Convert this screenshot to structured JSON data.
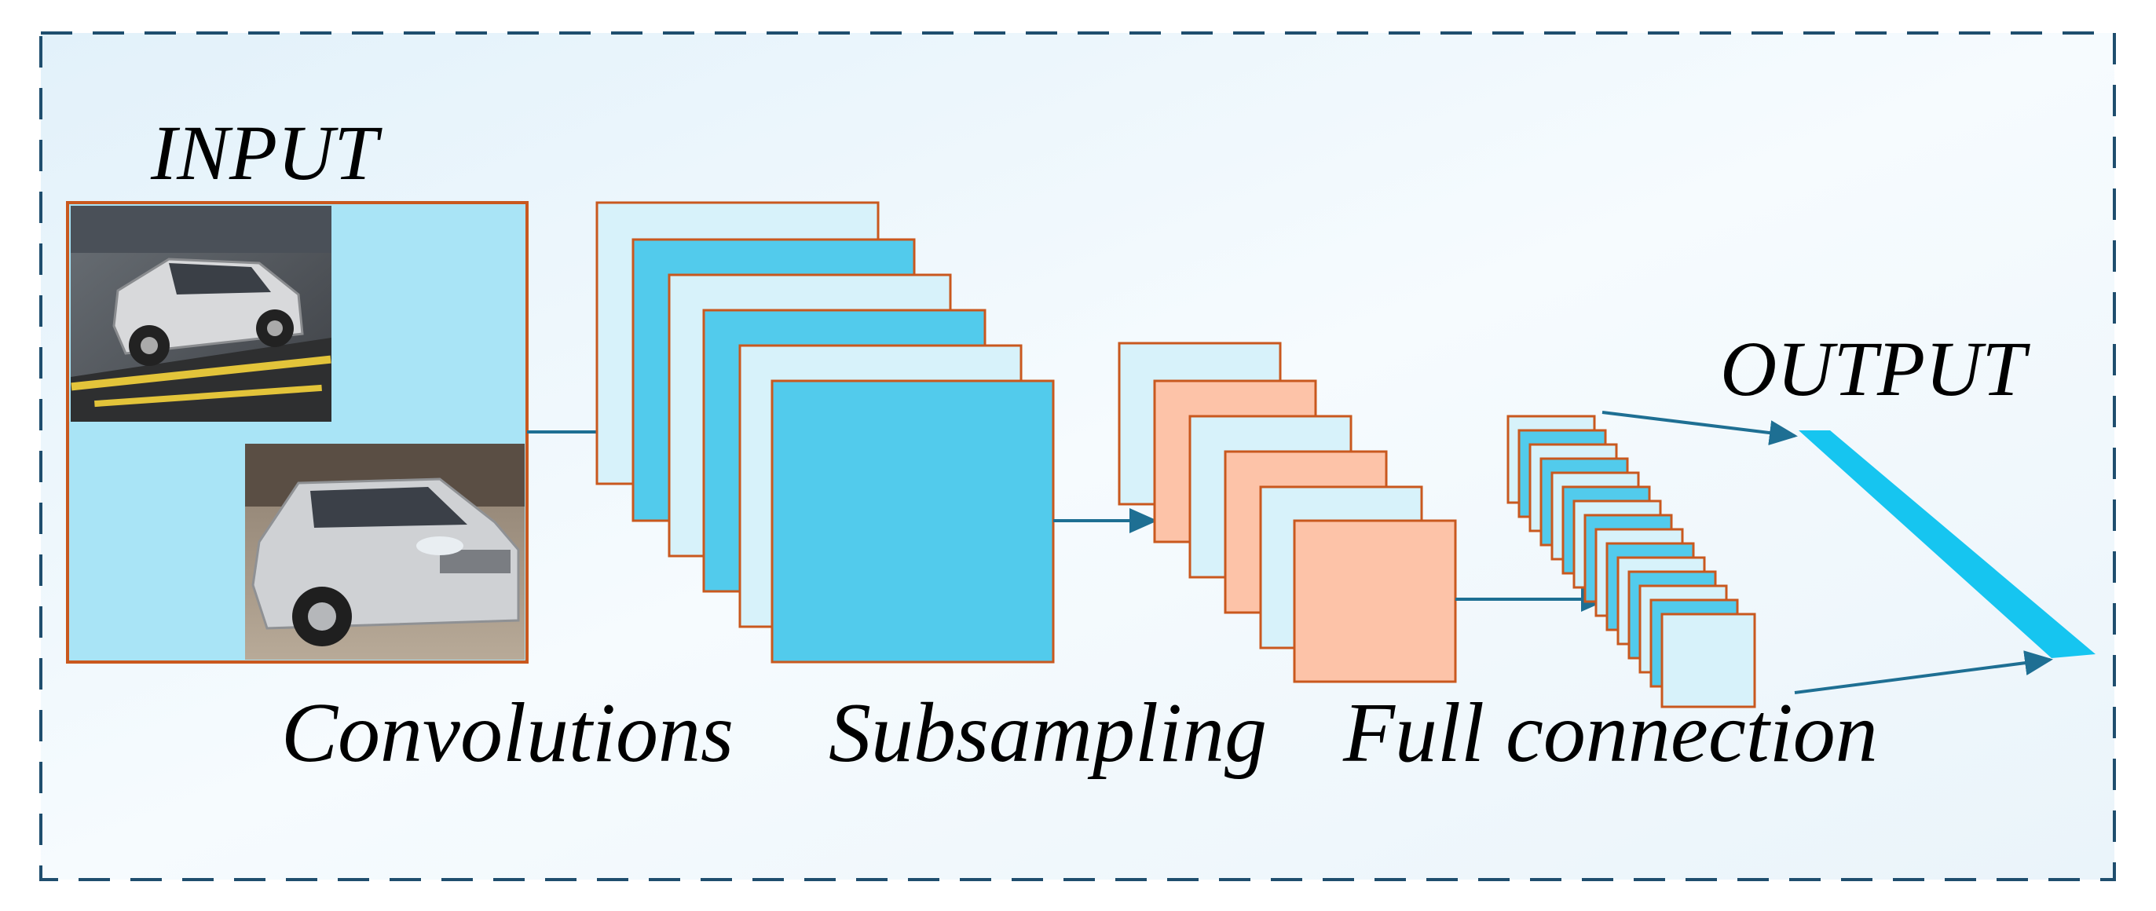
{
  "labels": {
    "input": "INPUT",
    "output": "OUTPUT",
    "convolutions": "Convolutions",
    "subsampling": "Subsampling",
    "full_connection": "Full connection"
  },
  "colors": {
    "frame_border": "#1f4e6e",
    "background_light": "#eef6fb",
    "input_fill": "#a9e4f6",
    "light_map_fill": "#d7f2fa",
    "blue_map_fill": "#52cbec",
    "peach_map_fill": "#fdc3a8",
    "map_border": "#c9581e",
    "arrow": "#1e6f93",
    "output_bar": "#16c5f0"
  }
}
